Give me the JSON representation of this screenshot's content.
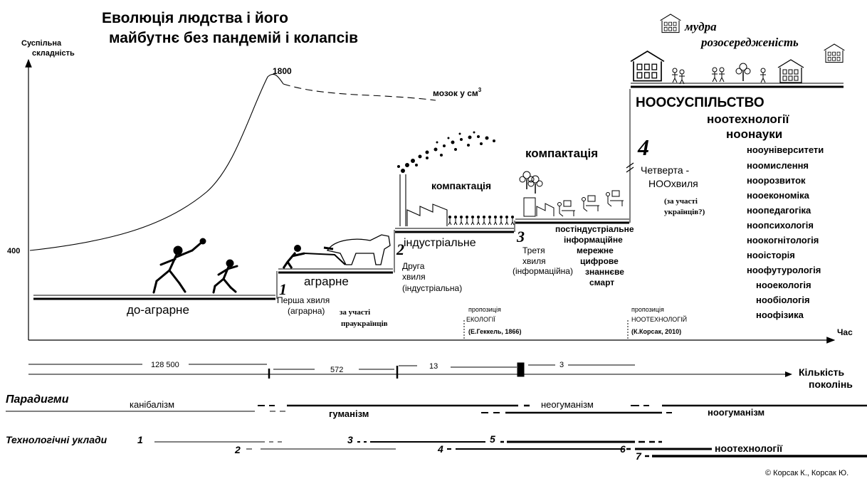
{
  "title": {
    "line1": "Еволюція людства і його",
    "line2": "майбутнє без пандемій і колапсів"
  },
  "axes": {
    "y_label_line1": "Суспільна",
    "y_label_line2": "складність",
    "x_label": "Час",
    "y_tick_400": "400"
  },
  "brain": {
    "peak_label": "1800",
    "label": "мозок у см",
    "label_sup": "3"
  },
  "stages": {
    "preagrarian": "до-аграрне",
    "agrarian": "аграрне",
    "industrial": "індустріальне",
    "compaction1": "компактація",
    "compaction2": "компактація",
    "postindustrial": [
      "постіндустріальне",
      "інформаційне",
      "мережне",
      "цифрове",
      "знаннєве",
      "смарт"
    ]
  },
  "waves": {
    "w1_num": "1",
    "w1_line1": "Перша хвиля",
    "w1_line2": "(аграрна)",
    "w1_note_line1": "за участі",
    "w1_note_line2": "праукраїнців",
    "w2_num": "2",
    "w2_lines": [
      "Друга",
      "хвиля",
      "(індустріальна)"
    ],
    "w3_num": "3",
    "w3_lines": [
      "Третя",
      "хвиля",
      "(інформаційна)"
    ],
    "w4_num": "4",
    "w4_line1": "Четверта -",
    "w4_line2": "НООхвиля",
    "w4_note_line1": "(за участі",
    "w4_note_line2": "українців?)"
  },
  "proposals": {
    "ecology": [
      "пропозиція",
      "ЕКОЛОГІЇ",
      "(Е.Геккель, 1866)"
    ],
    "nootech": [
      "пропозиція",
      "НООТЕХНОЛОГІЙ",
      "(К.Корсак, 2010)"
    ]
  },
  "noo": {
    "society": "НООСУСПІЛЬСТВО",
    "tech": "ноотехнології",
    "science": "ноонауки",
    "list": [
      "ноouніверситети",
      "ноомислення",
      "ноорозвиток",
      "нооекономіка",
      "ноопедагогіка",
      "ноопсихологія",
      "ноокогнітологія",
      "нооісторія",
      "ноофутурологія",
      "нооекологія",
      "ообіологія",
      "ноофізика"
    ],
    "wise_line1": "мудра",
    "wise_line2": "розосередженість"
  },
  "generations": {
    "values": [
      "128 500",
      "572",
      "13",
      "3"
    ],
    "label_line1": "Кількість",
    "label_line2": "поколінь"
  },
  "paradigms": {
    "heading": "Парадигми",
    "items": [
      "канібалізм",
      "гуманізм",
      "неогуманізм",
      "ноогуманізм"
    ]
  },
  "tech_orders": {
    "heading": "Технологічні уклади",
    "numbers": [
      "1",
      "2",
      "3",
      "4",
      "5",
      "6",
      "7"
    ],
    "nootech": "ноотехнології"
  },
  "copyright": "© Корсак К., Корсак Ю."
}
